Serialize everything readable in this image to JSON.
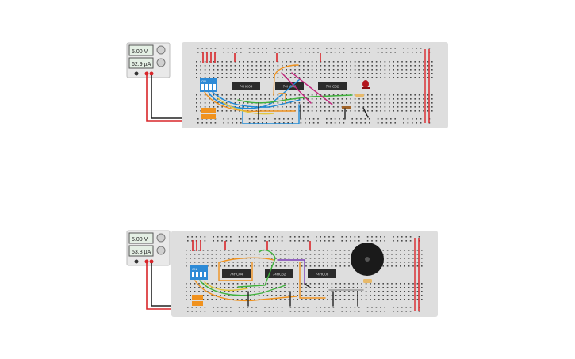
{
  "circuits": [
    {
      "power_supply": {
        "voltage": "5.00 V",
        "current": "62.9 µA"
      },
      "dip_switch_label": "ON",
      "chips": [
        "74HC04",
        "74HC08",
        "74HC32"
      ],
      "has_led": true,
      "has_buzzer": false
    },
    {
      "power_supply": {
        "voltage": "5.00 V",
        "current": "53.8 µA"
      },
      "dip_switch_label": "ON",
      "chips": [
        "74HC04",
        "74HC32",
        "74HC08"
      ],
      "has_led": false,
      "has_buzzer": true
    }
  ],
  "colors": {
    "breadboard": "#dedede",
    "hole": "#444444",
    "power_red": "#d9262a",
    "chip": "#2b2b2b",
    "dip_switch": "#2d8ad6",
    "wire_blue": "#1f8ad6",
    "wire_orange": "#f0921e",
    "wire_green": "#3fb23c",
    "wire_magenta": "#c2237c",
    "wire_purple": "#7b3fb5",
    "wire_yellow": "#e2c53a",
    "wire_black": "#222222",
    "resistor": "#e7b96a"
  }
}
